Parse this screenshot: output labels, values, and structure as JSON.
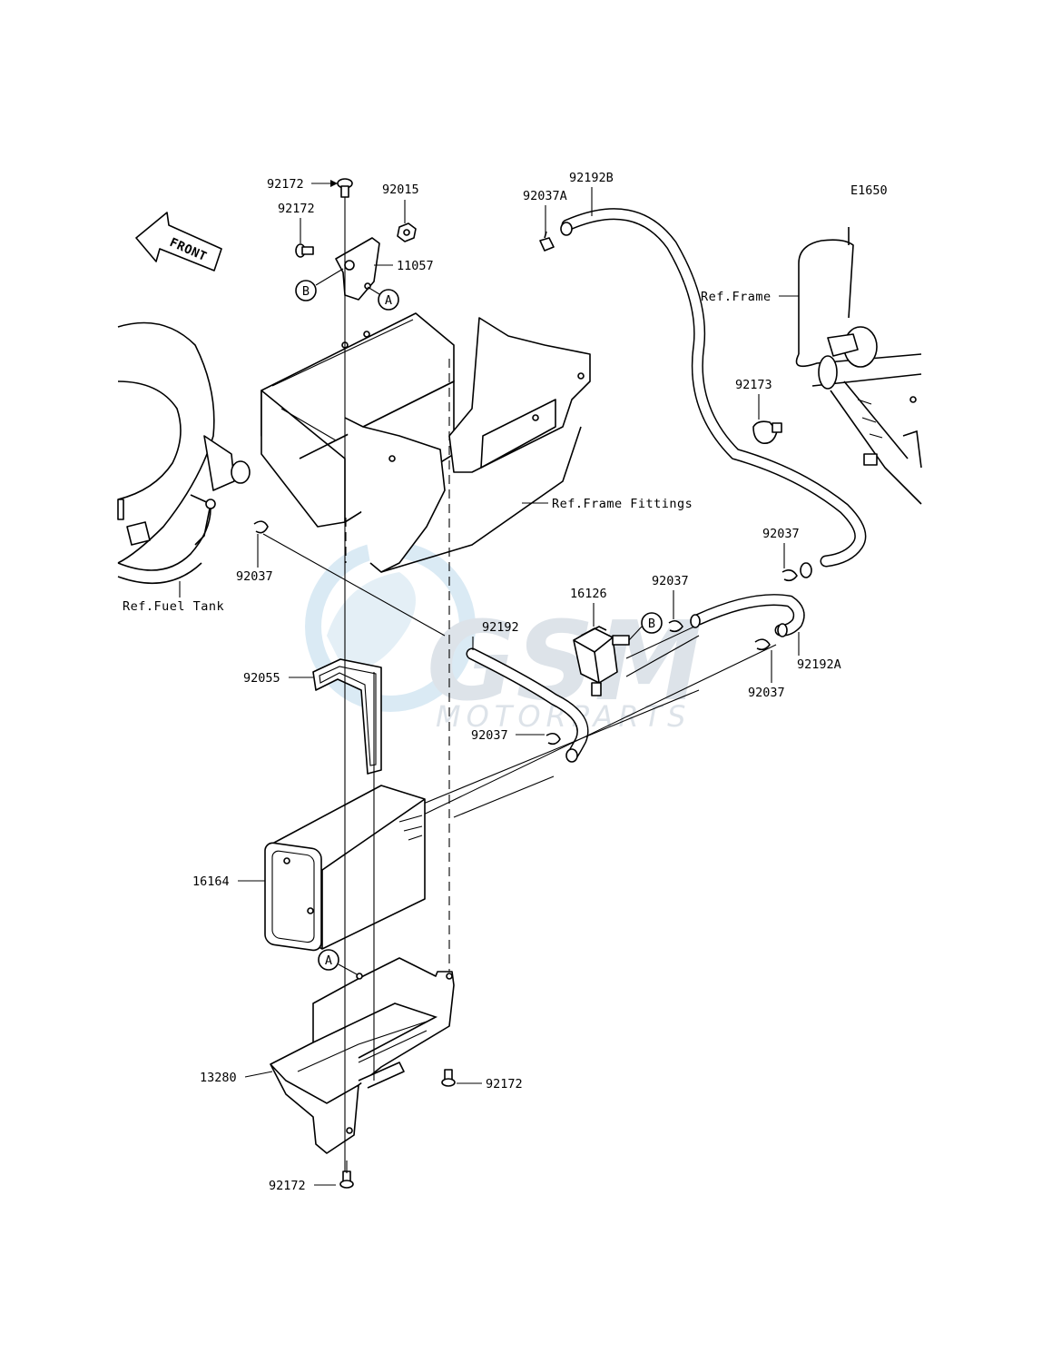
{
  "diagram": {
    "code": "E1650",
    "front_arrow_text": "FRONT",
    "watermark": {
      "brand": "GSM",
      "sub": "MOTORPARTS"
    },
    "callouts": {
      "a": "A",
      "b": "B"
    },
    "references": {
      "frame": "Ref.Frame",
      "frame_fittings": "Ref.Frame Fittings",
      "fuel_tank": "Ref.Fuel Tank"
    },
    "parts": {
      "p92172_top": "92172",
      "p92172_left": "92172",
      "p92015": "92015",
      "p11057": "11057",
      "p92037a": "92037A",
      "p92192b": "92192B",
      "p92173": "92173",
      "p92037_left": "92037",
      "p92037_right_top": "92037",
      "p16126": "16126",
      "p92037_mid": "92037",
      "p92192": "92192",
      "p92192a": "92192A",
      "p92037_right_bot": "92037",
      "p92055": "92055",
      "p92037_lower": "92037",
      "p16164": "16164",
      "p13280": "13280",
      "p92172_right_bot": "92172",
      "p92172_bottom": "92172"
    }
  }
}
